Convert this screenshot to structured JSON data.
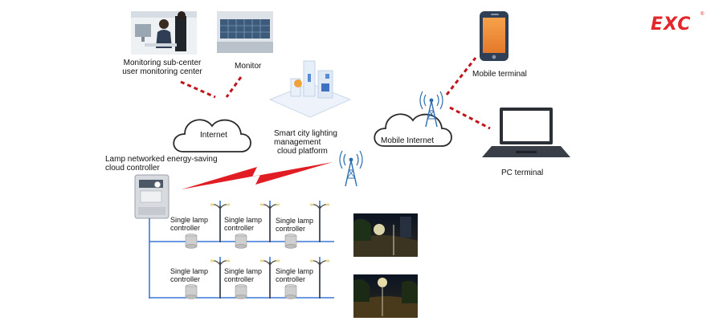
{
  "brand": {
    "logo_text": "EXC",
    "registered_mark": "®",
    "accent": "#e3262b"
  },
  "labels": {
    "monitoring_center": [
      "Monitoring sub-center",
      "user monitoring center"
    ],
    "monitor": "Monitor",
    "internet": "Internet",
    "platform": [
      "Smart city lighting",
      "management",
      "cloud platform"
    ],
    "mobile_internet": "Mobile Internet",
    "mobile_terminal": "Mobile terminal",
    "pc_terminal": "PC terminal",
    "cloud_controller": [
      "Lamp networked energy-saving",
      "cloud controller"
    ],
    "single_lamp": [
      "Single lamp",
      "controller"
    ]
  },
  "colors": {
    "link_dashed": "#c0141b",
    "wireless": "#e11d23",
    "cable": "#3b78d8"
  },
  "icons": [
    "office-worker-photo",
    "monitoring-wall-photo",
    "cloud-icon",
    "cloud-platform-icon",
    "signal-tower-icon",
    "smartphone-icon",
    "laptop-icon",
    "energy-controller-device",
    "street-lamp-icon",
    "single-lamp-controller-icon",
    "night-street-photo"
  ]
}
